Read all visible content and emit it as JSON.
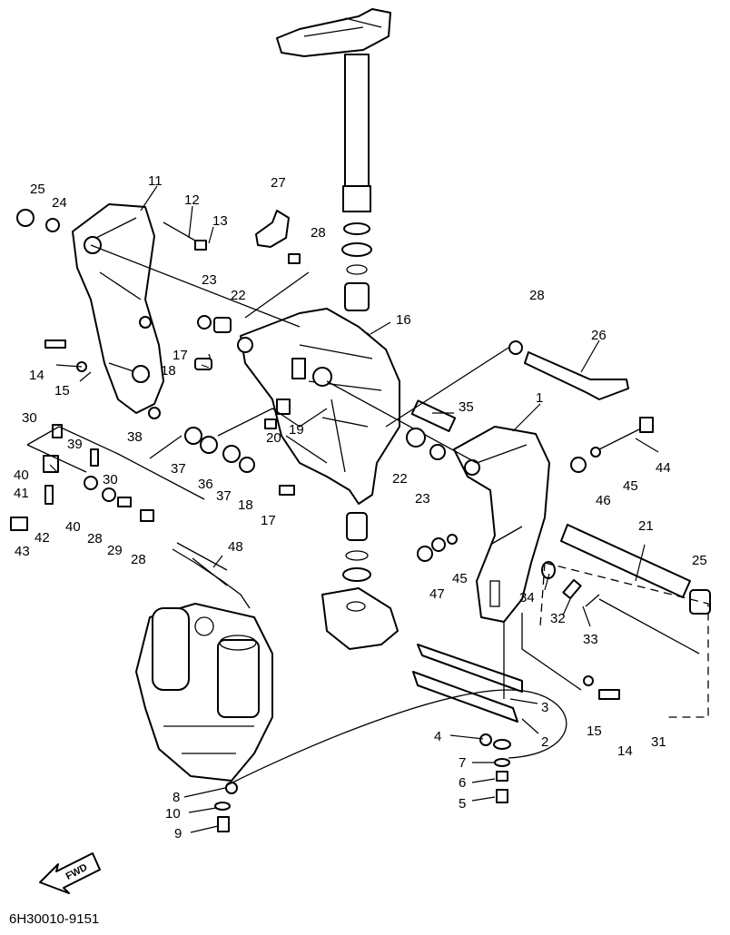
{
  "diagram_code": "6H30010-9151",
  "fwd_label": "FWD",
  "callouts": [
    {
      "id": "1",
      "text": "1"
    },
    {
      "id": "2",
      "text": "2"
    },
    {
      "id": "3",
      "text": "3"
    },
    {
      "id": "4",
      "text": "4"
    },
    {
      "id": "5",
      "text": "5"
    },
    {
      "id": "6",
      "text": "6"
    },
    {
      "id": "7",
      "text": "7"
    },
    {
      "id": "8",
      "text": "8"
    },
    {
      "id": "9",
      "text": "9"
    },
    {
      "id": "10",
      "text": "10"
    },
    {
      "id": "11",
      "text": "11"
    },
    {
      "id": "12",
      "text": "12"
    },
    {
      "id": "13",
      "text": "13"
    },
    {
      "id": "14a",
      "text": "14"
    },
    {
      "id": "14b",
      "text": "14"
    },
    {
      "id": "15a",
      "text": "15"
    },
    {
      "id": "15b",
      "text": "15"
    },
    {
      "id": "16",
      "text": "16"
    },
    {
      "id": "17a",
      "text": "17"
    },
    {
      "id": "17b",
      "text": "17"
    },
    {
      "id": "18a",
      "text": "18"
    },
    {
      "id": "18b",
      "text": "18"
    },
    {
      "id": "19",
      "text": "19"
    },
    {
      "id": "20",
      "text": "20"
    },
    {
      "id": "21",
      "text": "21"
    },
    {
      "id": "22a",
      "text": "22"
    },
    {
      "id": "22b",
      "text": "22"
    },
    {
      "id": "23a",
      "text": "23"
    },
    {
      "id": "23b",
      "text": "23"
    },
    {
      "id": "24",
      "text": "24"
    },
    {
      "id": "25a",
      "text": "25"
    },
    {
      "id": "25b",
      "text": "25"
    },
    {
      "id": "26",
      "text": "26"
    },
    {
      "id": "27",
      "text": "27"
    },
    {
      "id": "28a",
      "text": "28"
    },
    {
      "id": "28b",
      "text": "28"
    },
    {
      "id": "28c",
      "text": "28"
    },
    {
      "id": "28d",
      "text": "28"
    },
    {
      "id": "29",
      "text": "29"
    },
    {
      "id": "30a",
      "text": "30"
    },
    {
      "id": "30b",
      "text": "30"
    },
    {
      "id": "31",
      "text": "31"
    },
    {
      "id": "32",
      "text": "32"
    },
    {
      "id": "33",
      "text": "33"
    },
    {
      "id": "34",
      "text": "34"
    },
    {
      "id": "35",
      "text": "35"
    },
    {
      "id": "36",
      "text": "36"
    },
    {
      "id": "37a",
      "text": "37"
    },
    {
      "id": "37b",
      "text": "37"
    },
    {
      "id": "38",
      "text": "38"
    },
    {
      "id": "39",
      "text": "39"
    },
    {
      "id": "40a",
      "text": "40"
    },
    {
      "id": "40b",
      "text": "40"
    },
    {
      "id": "41",
      "text": "41"
    },
    {
      "id": "42",
      "text": "42"
    },
    {
      "id": "43",
      "text": "43"
    },
    {
      "id": "44",
      "text": "44"
    },
    {
      "id": "45a",
      "text": "45"
    },
    {
      "id": "45b",
      "text": "45"
    },
    {
      "id": "46",
      "text": "46"
    },
    {
      "id": "47",
      "text": "47"
    },
    {
      "id": "48",
      "text": "48"
    }
  ]
}
